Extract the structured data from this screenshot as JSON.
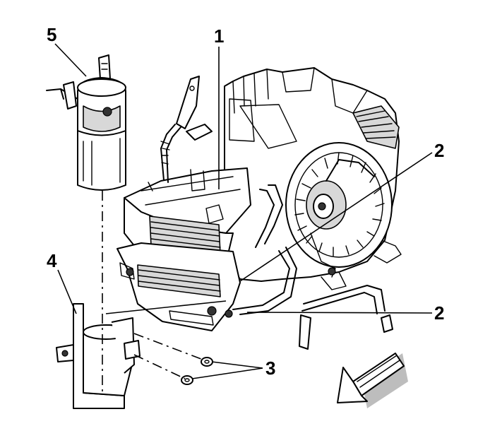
{
  "callouts": {
    "c1": "1",
    "c2a": "2",
    "c2b": "2",
    "c3": "3",
    "c4": "4",
    "c5": "5"
  },
  "icons": {
    "direction_arrow": "front-direction-arrow-icon"
  }
}
